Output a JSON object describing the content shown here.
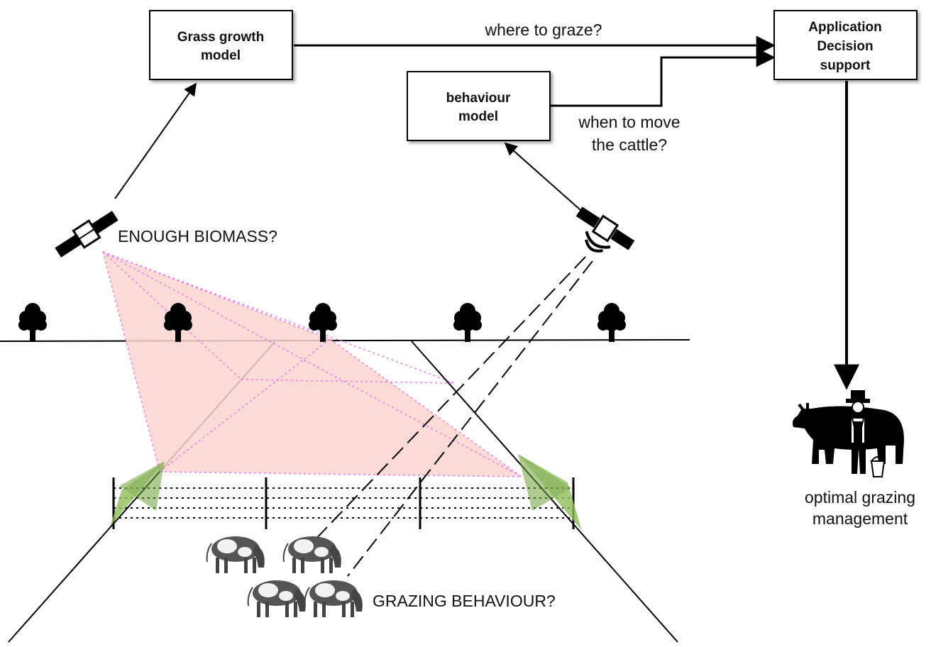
{
  "boxes": {
    "grass_growth": {
      "lines": [
        "Grass growth",
        "model"
      ]
    },
    "behaviour": {
      "lines": [
        "behaviour",
        "model"
      ]
    },
    "application": {
      "lines": [
        "Application",
        "Decision",
        "support"
      ]
    }
  },
  "labels": {
    "where_to_graze": "where to graze?",
    "when_to_move": [
      "when to move",
      "the cattle?"
    ],
    "enough_biomass": "ENOUGH BIOMASS?",
    "grazing_behaviour": "GRAZING BEHAVIOUR?",
    "optimal": [
      "optimal grazing",
      "management"
    ]
  },
  "colors": {
    "line": "#000000",
    "footprint_fill": "#fbd3cf",
    "footprint_edge": "#e87be8",
    "sensor_green": "#8fbf5a"
  },
  "icons": [
    "satellite-icon",
    "tree-icon",
    "cow-icon",
    "farmer-with-cow-icon"
  ]
}
